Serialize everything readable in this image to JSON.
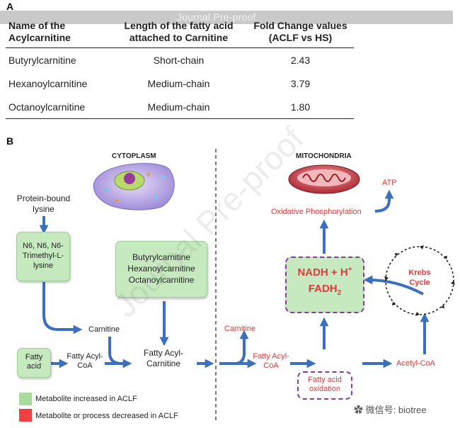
{
  "panel_a": {
    "letter": "A",
    "watermark": "Journal Pre-proof",
    "columns": [
      "Name of the Acylcarnitine",
      "Length of the fatty acid attached to Carnitine",
      "Fold Change values (ACLF vs HS)"
    ],
    "rows": [
      {
        "name": "Butyrylcarnitine",
        "length": "Short-chain",
        "fold": "2.43"
      },
      {
        "name": "Hexanoylcarnitine",
        "length": "Medium-chain",
        "fold": "3.79"
      },
      {
        "name": "Octanoylcarnitine",
        "length": "Medium-chain",
        "fold": "1.80"
      }
    ]
  },
  "panel_b": {
    "letter": "B",
    "cytoplasm_label": "CYTOPLASM",
    "mitochondria_label": "MITOCHONDRIA",
    "protein_bound_lysine": "Protein-bound lysine",
    "trimethyl_lysine": "N6, N6, N6-Trimethyl-L-lysine",
    "acylcarnitines": [
      "Butyrylcarnitine",
      "Hexanoylcarnitine",
      "Octanoylcarnitine"
    ],
    "carnitine_cyto": "Carnitine",
    "fatty_acid": "Fatty acid",
    "fatty_acyl_coa_cyto": "Fatty Acyl-CoA",
    "fatty_acyl_carnitine": "Fatty Acyl-Carnitine",
    "carnitine_mito": "Carnitine",
    "fatty_acyl_coa_mito": "Fatty Acyl-CoA",
    "fatty_acid_oxidation": "Fatty acid oxidation",
    "acetyl_coa": "Acetyl-CoA",
    "krebs_cycle": "Krebs Cycle",
    "nadh": "NADH + H",
    "nadh_sup": "+",
    "fadh": "FADH",
    "fadh_sub": "2",
    "oxidative_phosphorylation": "Oxidative Phosphorylation",
    "atp": "ATP",
    "colors": {
      "increased": "#a8dc9c",
      "decreased": "#f04040",
      "arrow": "#3d6fbf",
      "dash_purple": "#8a3a9a"
    },
    "legend": [
      {
        "label": "Metabolite increased in ACLF",
        "color": "#a8dc9c"
      },
      {
        "label": "Metabolite or process decreased in ACLF",
        "color": "#f04040"
      }
    ]
  },
  "wechat_watermark": "微信号: biotree"
}
